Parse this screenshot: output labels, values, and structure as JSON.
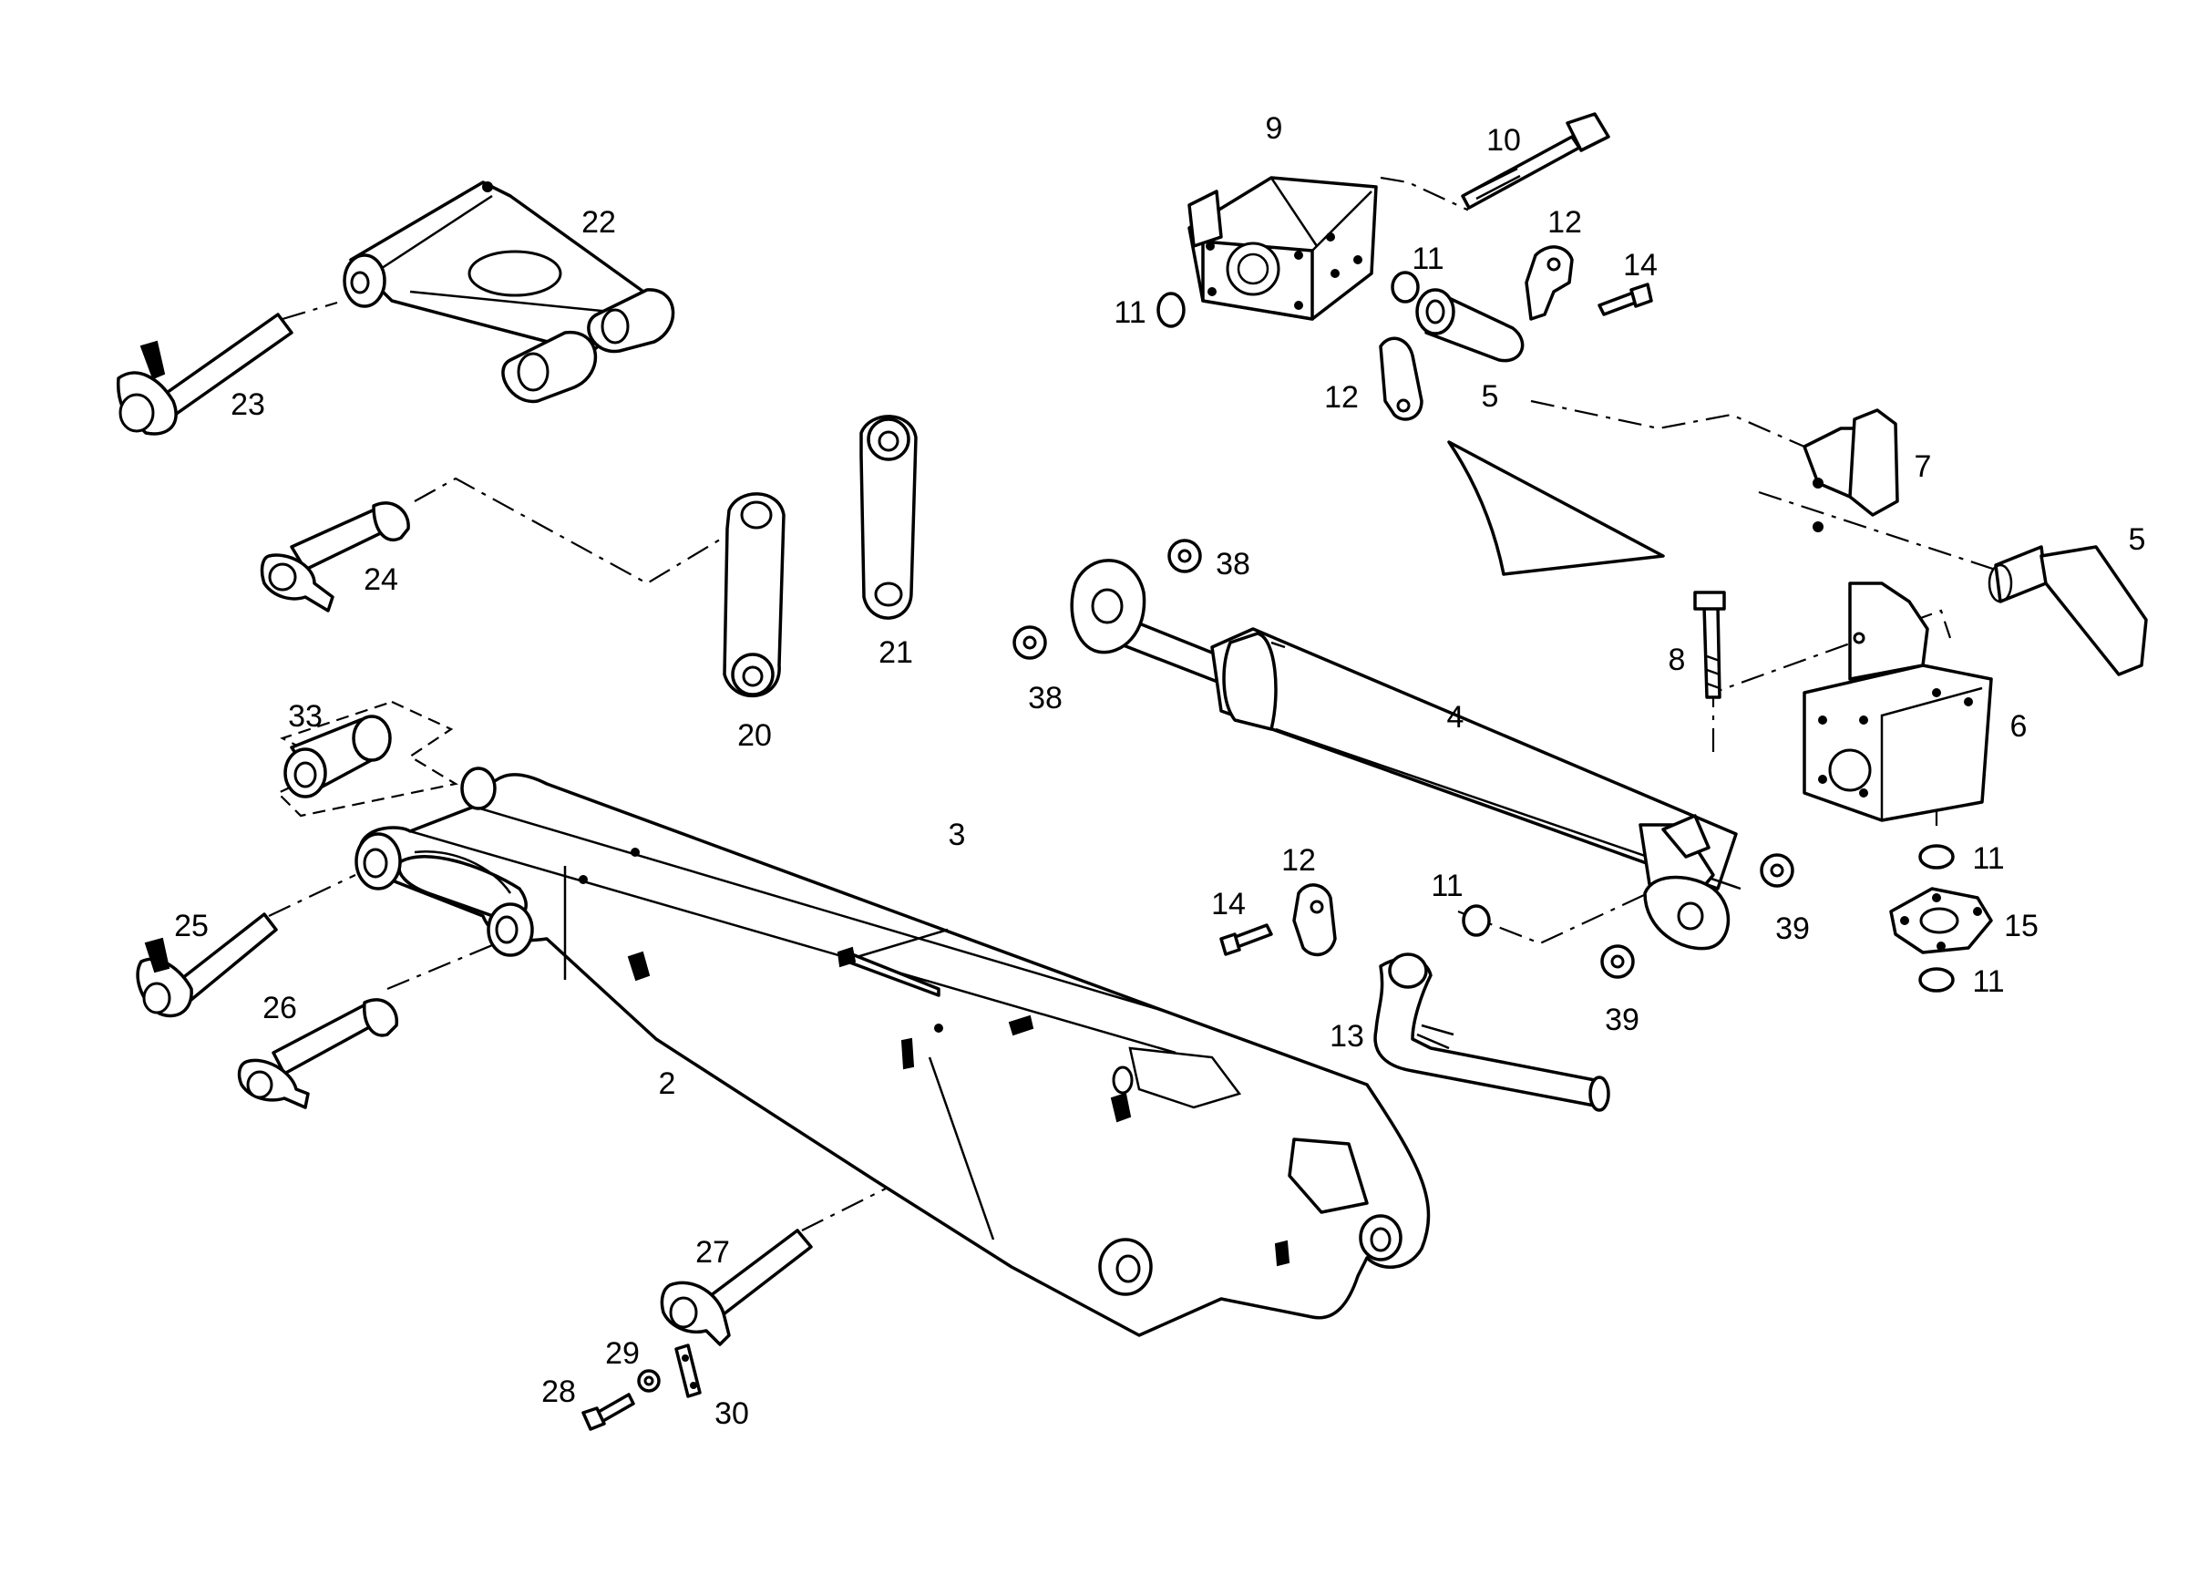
{
  "diagram": {
    "type": "exploded parts diagram",
    "callouts": [
      {
        "id": "c9",
        "text": "9"
      },
      {
        "id": "c10",
        "text": "10"
      },
      {
        "id": "c11a",
        "text": "11"
      },
      {
        "id": "c11b",
        "text": "11"
      },
      {
        "id": "c12a",
        "text": "12"
      },
      {
        "id": "c14a",
        "text": "14"
      },
      {
        "id": "c12b",
        "text": "12"
      },
      {
        "id": "c5a",
        "text": "5"
      },
      {
        "id": "c7",
        "text": "7"
      },
      {
        "id": "c5b",
        "text": "5"
      },
      {
        "id": "c22",
        "text": "22"
      },
      {
        "id": "c23",
        "text": "23"
      },
      {
        "id": "c24",
        "text": "24"
      },
      {
        "id": "c20",
        "text": "20"
      },
      {
        "id": "c21",
        "text": "21"
      },
      {
        "id": "c38a",
        "text": "38"
      },
      {
        "id": "c38b",
        "text": "38"
      },
      {
        "id": "c8",
        "text": "8"
      },
      {
        "id": "c4",
        "text": "4"
      },
      {
        "id": "c6",
        "text": "6"
      },
      {
        "id": "c33",
        "text": "33"
      },
      {
        "id": "c3",
        "text": "3"
      },
      {
        "id": "c12c",
        "text": "12"
      },
      {
        "id": "c14b",
        "text": "14"
      },
      {
        "id": "c11c",
        "text": "11"
      },
      {
        "id": "c11d",
        "text": "11"
      },
      {
        "id": "c15",
        "text": "15"
      },
      {
        "id": "c11e",
        "text": "11"
      },
      {
        "id": "c39a",
        "text": "39"
      },
      {
        "id": "c39b",
        "text": "39"
      },
      {
        "id": "c13",
        "text": "13"
      },
      {
        "id": "c25",
        "text": "25"
      },
      {
        "id": "c26",
        "text": "26"
      },
      {
        "id": "c2",
        "text": "2"
      },
      {
        "id": "c27",
        "text": "27"
      },
      {
        "id": "c28",
        "text": "28"
      },
      {
        "id": "c29",
        "text": "29"
      },
      {
        "id": "c30",
        "text": "30"
      }
    ]
  }
}
